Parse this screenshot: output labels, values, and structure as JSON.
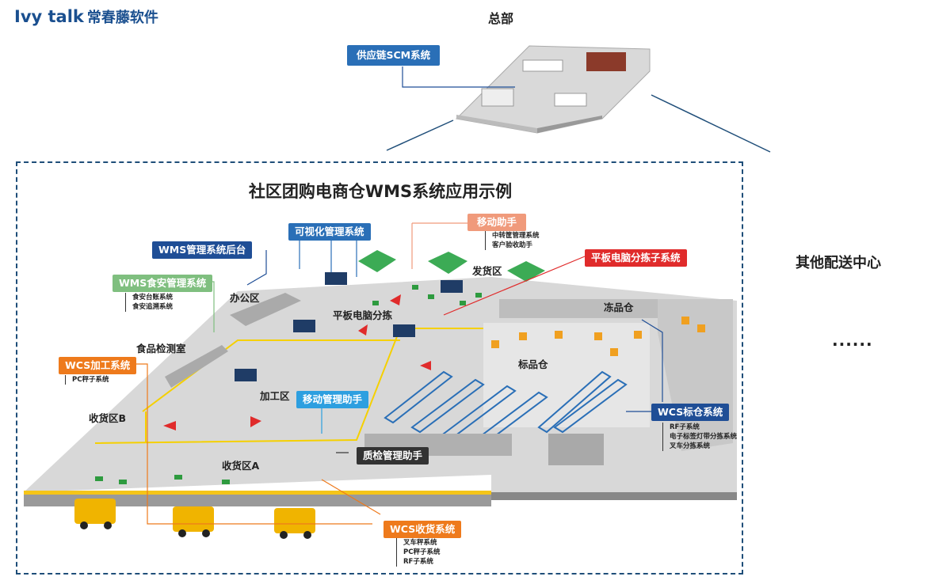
{
  "brand": {
    "logo_en": "Ivy talk",
    "logo_cn": "常春藤软件"
  },
  "hq_label": "总部",
  "scm_label": "供应链SCM系统",
  "title": "社区团购电商仓WMS系统应用示例",
  "other_center": "其他配送中心",
  "ellipsis": "......",
  "tags": {
    "wms_admin": "WMS管理系统后台",
    "visual": "可视化管理系统",
    "mobile_assistant": "移动助手",
    "mobile_items": [
      "中转筐管理系统",
      "客户验收助手"
    ],
    "tablet_sorting": "平板电脑分拣子系统",
    "food_safety": "WMS食安管理系统",
    "food_safety_items": [
      "食安台账系统",
      "食安追溯系统"
    ],
    "wcs_process": "WCS加工系统",
    "wcs_process_items": [
      "PC秤子系统"
    ],
    "mobile_mgmt": "移动管理助手",
    "qc": "质检管理助手",
    "wcs_std": "WCS标仓系统",
    "wcs_std_items": [
      "RF子系统",
      "电子标签灯带分拣系统",
      "叉车分拣系统"
    ],
    "wcs_receive": "WCS收货系统",
    "wcs_receive_items": [
      "叉车秤系统",
      "PC秤子系统",
      "RF子系统"
    ]
  },
  "areas": {
    "office": "办公区",
    "shipping": "发货区",
    "tablet_area": "平板电脑分拣",
    "frozen": "冻品仓",
    "food_lab": "食品检测室",
    "standard": "标品仓",
    "processing": "加工区",
    "receive_b": "收货区B",
    "receive_a": "收货区A"
  },
  "colors": {
    "navy": "#1f4e96",
    "orange": "#ee7a1c",
    "red": "#e02b2b",
    "frame": "#1f4e79"
  }
}
